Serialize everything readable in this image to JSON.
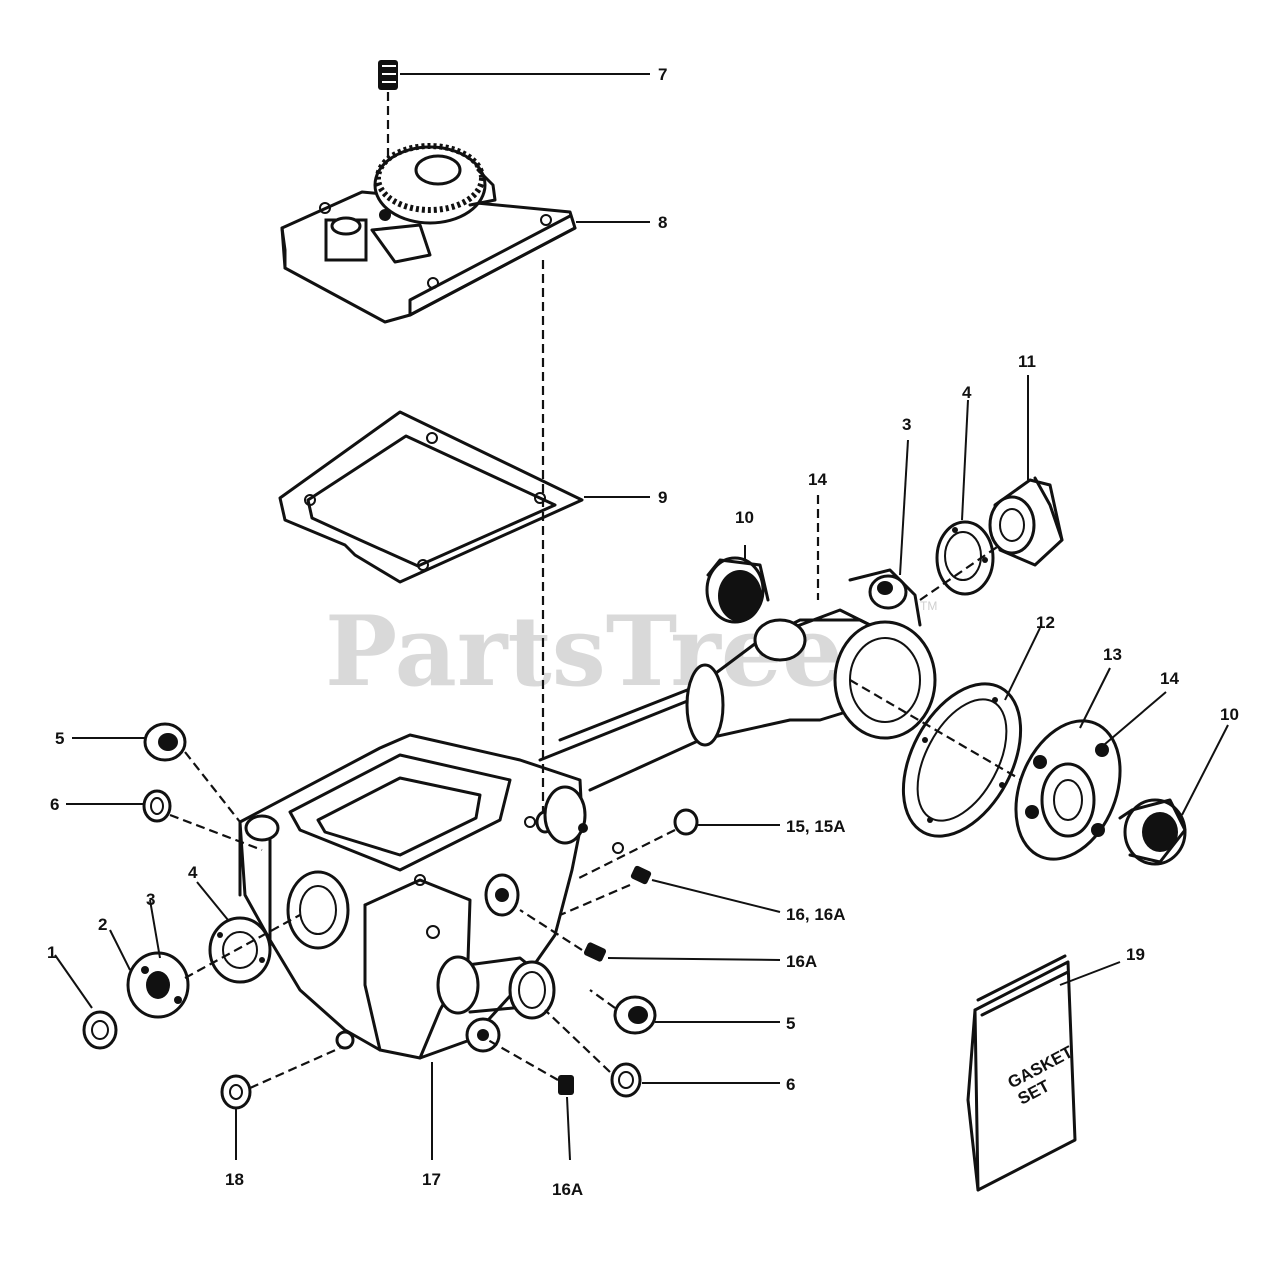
{
  "watermark": {
    "text": "PartsTree",
    "trademark": "TM"
  },
  "gasket_bag": {
    "line1": "GASKET",
    "line2": "SET"
  },
  "callouts": {
    "c7": "7",
    "c8": "8",
    "c9": "9",
    "c10_left": "10",
    "c14_top": "14",
    "c3_right": "3",
    "c4_right": "4",
    "c11": "11",
    "c12": "12",
    "c13": "13",
    "c14_right": "14",
    "c10_right": "10",
    "c5_left": "5",
    "c6_left": "6",
    "c4_left": "4",
    "c3_left": "3",
    "c2": "2",
    "c1": "1",
    "c15": "15, 15A",
    "c16": "16, 16A",
    "c16a_mid": "16A",
    "c5_right": "5",
    "c6_right": "6",
    "c18": "18",
    "c17": "17",
    "c16a_bottom": "16A",
    "c19": "19"
  }
}
